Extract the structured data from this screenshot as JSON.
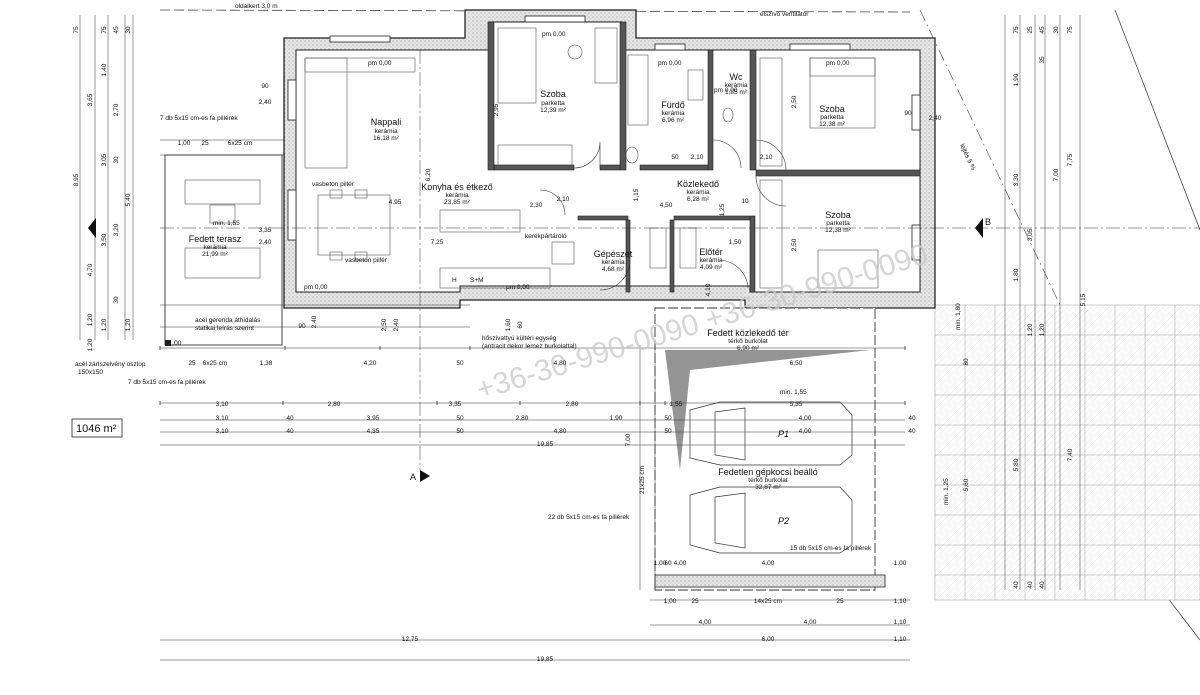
{
  "rooms": {
    "szoba1": {
      "name": "Szoba",
      "finish": "parketta",
      "area": "12,39 m²"
    },
    "nappali": {
      "name": "Nappali",
      "finish": "kerámia",
      "area": "16,18 m²"
    },
    "furdo": {
      "name": "Fürdő",
      "finish": "kerámia",
      "area": "6,96 m²"
    },
    "wc": {
      "name": "Wc",
      "finish": "kerámia",
      "area": "1,85 m²"
    },
    "szoba2": {
      "name": "Szoba",
      "finish": "parketta",
      "area": "12,38 m²"
    },
    "konyha": {
      "name": "Konyha és étkező",
      "finish": "kerámia",
      "area": "23,85 m²"
    },
    "kozlekedo": {
      "name": "Közlekedő",
      "finish": "kerámia",
      "area": "6,28 m²"
    },
    "szoba3": {
      "name": "Szoba",
      "finish": "parketta",
      "area": "12,38 m²"
    },
    "gepeszet": {
      "name": "Gépészet",
      "finish": "kerámia",
      "area": "4,68 m²"
    },
    "eloter": {
      "name": "Előtér",
      "finish": "kerámia",
      "area": "4,09 m²"
    },
    "terasz": {
      "name": "Fedett terasz",
      "finish": "kerámia",
      "area": "21,99 m²"
    },
    "fedett_kozlekedo": {
      "name": "Fedett közlekedő tér",
      "finish": "térkő burkolat",
      "area": "6,90 m²"
    },
    "beallo": {
      "name": "Fedetlen gépkocsi beálló",
      "finish": "térkő burkolat",
      "area": "32,87 m²"
    }
  },
  "labels": {
    "oldalkert": "oldalkert 3,0 m",
    "ventilator": "elszívó ventilátor",
    "pm1": "pm 0,00",
    "pm2": "pm 0,00",
    "pm3": "pm 0,00",
    "pm4": "pm 0,00",
    "pm5": "pm 0,00",
    "pm6": "pm 0,00",
    "pm7": "pm 0,00",
    "vasbeton1": "vasbeton pillér",
    "vasbeton2": "vasbeton pillér",
    "kerekpar": "kerékpártároló",
    "hoszivattyu1": "hőszivattyú kültéri egység",
    "hoszivattyu2": "(antracit dekor lemez burkolattal)",
    "acel1": "acél gerenda áthidalás",
    "acel2": "statikai leírás szerint",
    "oszlop1": "acél zártszelvény oszlop",
    "oszlop2": "150x150",
    "pillerek_top": "7 db 5x15 cm-es fa pillérek",
    "pillerek_bottom": "7 db 5x15 cm-es fa pillérek",
    "pillerek_22": "22 db 5x15 cm-es fa pillérek",
    "pillerek_15": "15 db 5x15 cm-es fa pillérek",
    "min155a": "min. 1,55",
    "min155b": "min. 1,55",
    "min180": "min. 1,80",
    "min125": "min. 1,25",
    "lejto": "lejtés 5 %",
    "p1": "P1",
    "p2": "P2",
    "lot_area": "1046 m²",
    "section_a": "A",
    "section_b": "B",
    "kitchen_h": "H",
    "kitchen_sm": "S+M",
    "watermark": "+36-30-990-0090  +36-30-990-0090"
  },
  "dims": {
    "row1": [
      "1,00",
      "25",
      "6x25 cm",
      "1,38",
      "4,20",
      "50",
      "4,80",
      "6,50"
    ],
    "row2": [
      "3,10",
      "2,80",
      "3,35",
      "2,80",
      "1,55",
      "5,35"
    ],
    "row3": [
      "3,10",
      "40",
      "3,95",
      "50",
      "2,80",
      "1,90",
      "50",
      "4,00",
      "40"
    ],
    "row4": [
      "3,10",
      "40",
      "4,35",
      "50",
      "4,80",
      "50",
      "4,00",
      "40"
    ],
    "total1": "19,85",
    "bottom": [
      "1,00",
      "25",
      "14x25 cm",
      "25",
      "1,10"
    ],
    "bottom2": [
      "4,00",
      "4,00",
      "1,10"
    ],
    "bottom3": [
      "12,75",
      "6,00",
      "1,10"
    ],
    "total2": "19,85",
    "left_outer": [
      "75",
      "45",
      "30",
      "3,65",
      "8,95",
      "4,70",
      "1,20",
      "1,20"
    ],
    "left_inner": [
      "75",
      "1,40",
      "2,70",
      "30",
      "5,40",
      "3,50",
      "30",
      "1,20",
      "1,20"
    ],
    "left_inner2": [
      "3,05",
      "3,20"
    ],
    "right_outer": [
      "75",
      "1,90",
      "3,30",
      "7,00",
      "7,75",
      "3,05",
      "1,80",
      "5,15",
      "5,80",
      "7,40",
      "5,60",
      "40"
    ],
    "right_inner": [
      "25",
      "45",
      "30",
      "35",
      "75",
      "1,20",
      "80",
      "1,20",
      "40",
      "40"
    ],
    "interior": [
      "2,95",
      "6,20",
      "4,95",
      "7,25",
      "90",
      "2,40",
      "3,35",
      "2,40",
      "90",
      "2,40",
      "2,50",
      "2,40",
      "2,30",
      "4,50",
      "2,10",
      "2,10",
      "2,10",
      "1,50",
      "2,50",
      "1,15",
      "50",
      "4,10",
      "1,25",
      "10",
      "90",
      "2,40",
      "2,50",
      "1,60",
      "60"
    ],
    "garage": [
      "21x25 cm",
      "7,00",
      "1,00",
      "60",
      "4,00",
      "4,00",
      "1,00"
    ],
    "pillar_label": "6x25 cm"
  }
}
